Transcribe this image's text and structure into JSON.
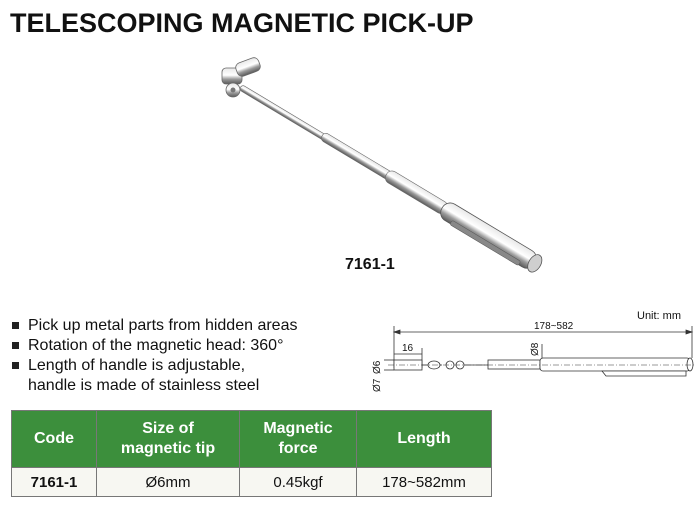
{
  "title": "TELESCOPING MAGNETIC PICK-UP",
  "model_label": "7161-1",
  "features": [
    "Pick up metal parts from hidden areas",
    "Rotation of the magnetic head: 360°",
    "Length of handle is adjustable,",
    "handle is made of stainless steel"
  ],
  "drawing": {
    "unit": "Unit: mm",
    "overall_length": "178~582",
    "tip_length": "16",
    "diam_6": "Ø6",
    "diam_7": "Ø7",
    "diam_8": "Ø8"
  },
  "table": {
    "headers": [
      "Code",
      "Size of magnetic tip",
      "Magnetic force",
      "Length"
    ],
    "rows": [
      [
        "7161-1",
        "Ø6mm",
        "0.45kgf",
        "178~582mm"
      ]
    ]
  },
  "colors": {
    "header_green": "#3c8f3c",
    "cell_bg": "#f7f7f2"
  }
}
